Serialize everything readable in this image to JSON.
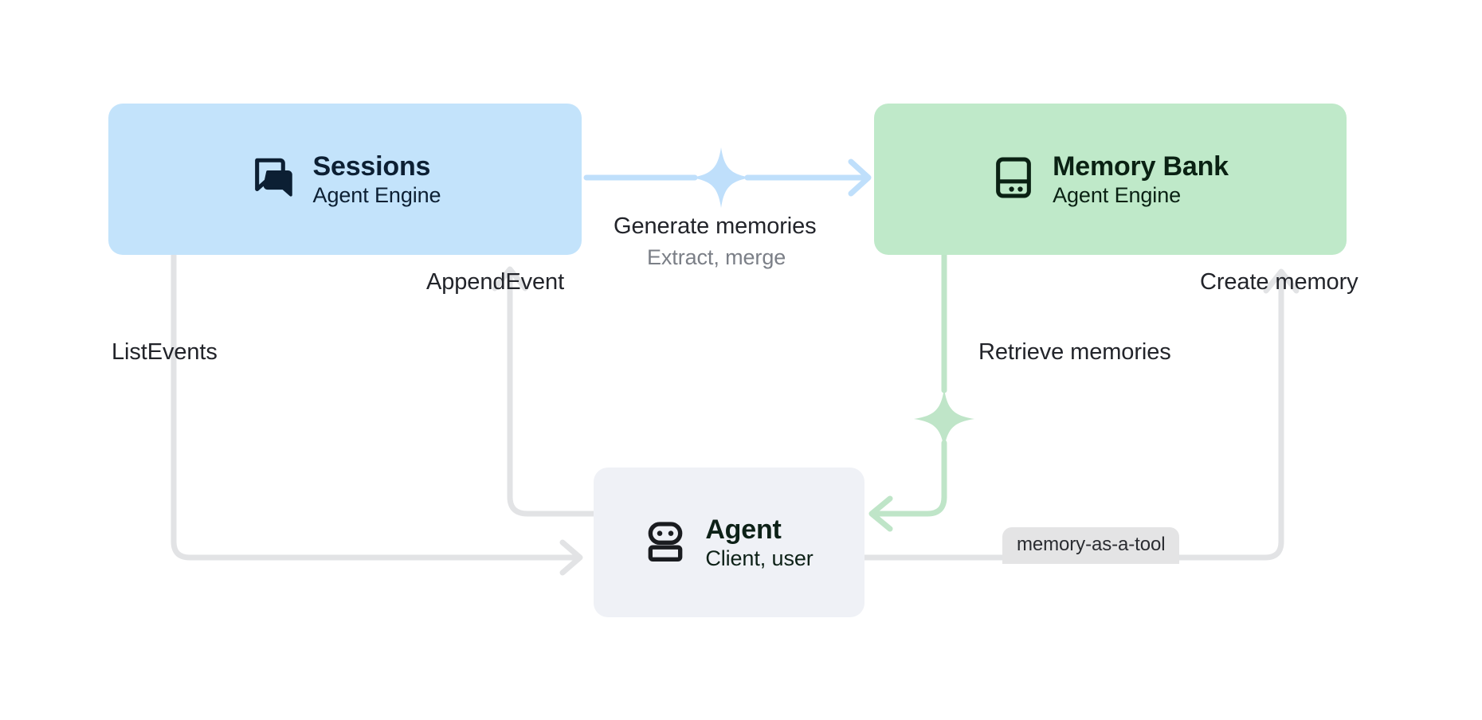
{
  "diagram": {
    "title": "Agent Engine Sessions and Memory Bank flow",
    "background": "#ffffff",
    "nodes": [
      {
        "id": "sessions",
        "title": "Sessions",
        "subtitle": "Agent Engine",
        "icon": "chat-bubbles-icon",
        "fill": "#c3e3fb",
        "text_color": "#0c1f33"
      },
      {
        "id": "memory-bank",
        "title": "Memory Bank",
        "subtitle": "Agent Engine",
        "icon": "memory-bank-icon",
        "fill": "#bfe9c9",
        "text_color": "#0a2113"
      },
      {
        "id": "agent",
        "title": "Agent",
        "subtitle": "Client, user",
        "icon": "robot-icon",
        "fill": "#eff1f6",
        "text_color": "#0d2117"
      }
    ],
    "edges": [
      {
        "id": "generate-memories",
        "label": "Generate memories",
        "sublabel": "Extract, merge",
        "from": "sessions",
        "to": "memory-bank",
        "color": "#bfdffb",
        "sparkle": true
      },
      {
        "id": "append-event",
        "label": "AppendEvent",
        "from": "agent",
        "to": "sessions",
        "color": "#e2e3e5",
        "sparkle": false
      },
      {
        "id": "list-events",
        "label": "ListEvents",
        "from": "sessions",
        "to": "agent",
        "color": "#e2e3e5",
        "sparkle": false
      },
      {
        "id": "retrieve-memories",
        "label": "Retrieve memories",
        "from": "memory-bank",
        "to": "agent",
        "color": "#bfe5c8",
        "sparkle": true
      },
      {
        "id": "create-memory",
        "label": "Create memory",
        "from": "agent",
        "to": "memory-bank",
        "color": "#e2e3e5",
        "sparkle": false
      }
    ],
    "tags": [
      {
        "id": "memory-as-a-tool",
        "label": "memory-as-a-tool",
        "fill": "#e4e4e5",
        "text_color": "#2a2c31"
      }
    ]
  }
}
